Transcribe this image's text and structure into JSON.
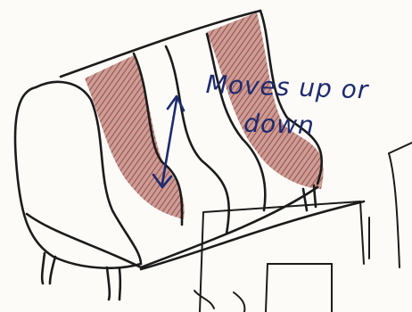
{
  "sketch": {
    "subject": "sofa-drawing",
    "annotation_lines": [
      "Moves up or",
      "down"
    ],
    "colors": {
      "paper": "#fcfbf8",
      "ink": "#1b1b1b",
      "shading": "#9b3f38",
      "annotation_ink": "#1d2a6e"
    }
  }
}
